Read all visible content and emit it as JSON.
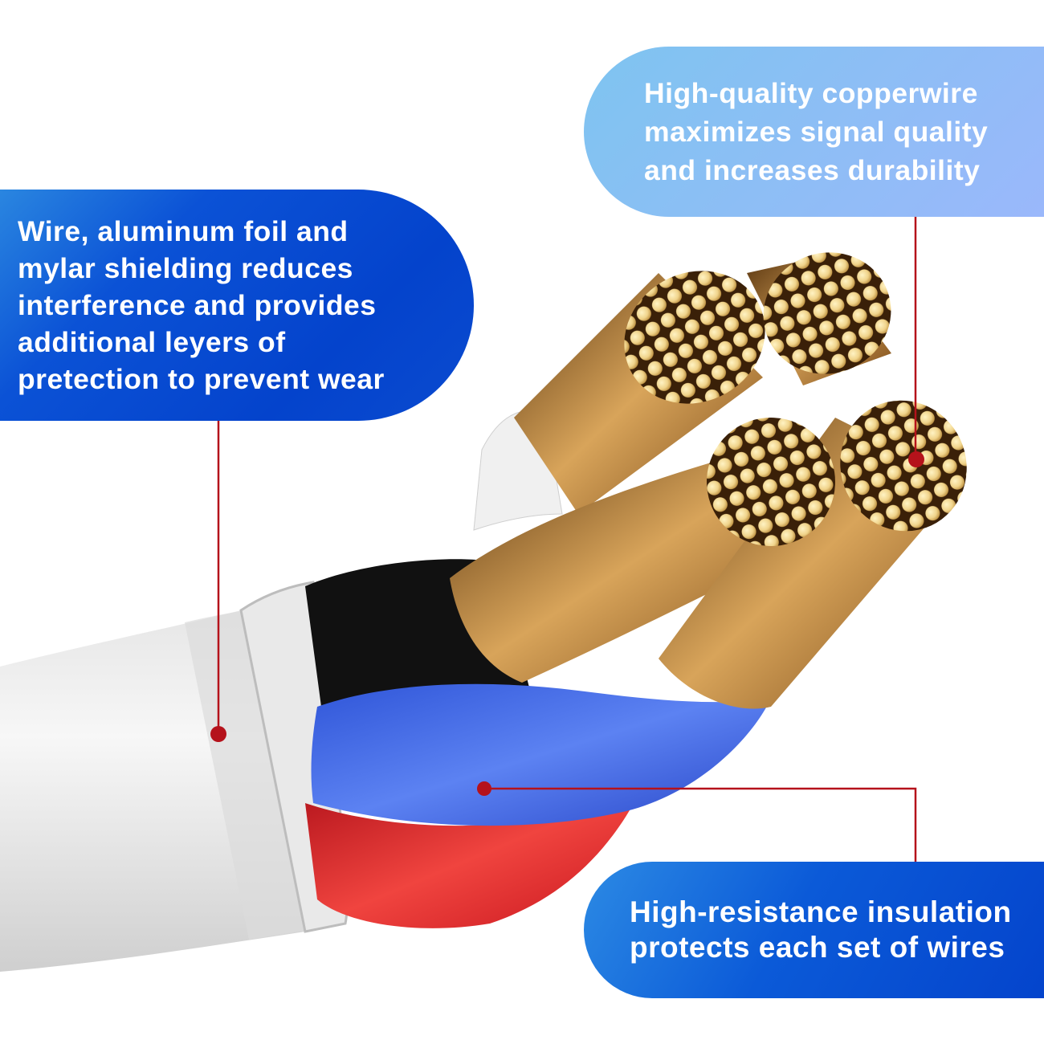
{
  "callouts": {
    "shielding": {
      "lines": [
        "Wire, aluminum foil and",
        "mylar shielding reduces",
        "interference and provides",
        "additional leyers of",
        "pretection to prevent wear"
      ]
    },
    "copper": {
      "lines": [
        "High-quality copperwire",
        "maximizes signal quality",
        "and increases durability"
      ]
    },
    "insulation": {
      "lines": [
        "High-resistance insulation",
        "protects each set of wires"
      ]
    }
  },
  "colors": {
    "callout_dark_blue": "#0443cc",
    "callout_light_blue": "#8dbef5",
    "leader_line_red": "#b5121b",
    "copper": "#e8c77a",
    "insulation_blue": "#3b64e0",
    "insulation_red": "#e0262b",
    "jacket_white": "#f2f2f2"
  }
}
